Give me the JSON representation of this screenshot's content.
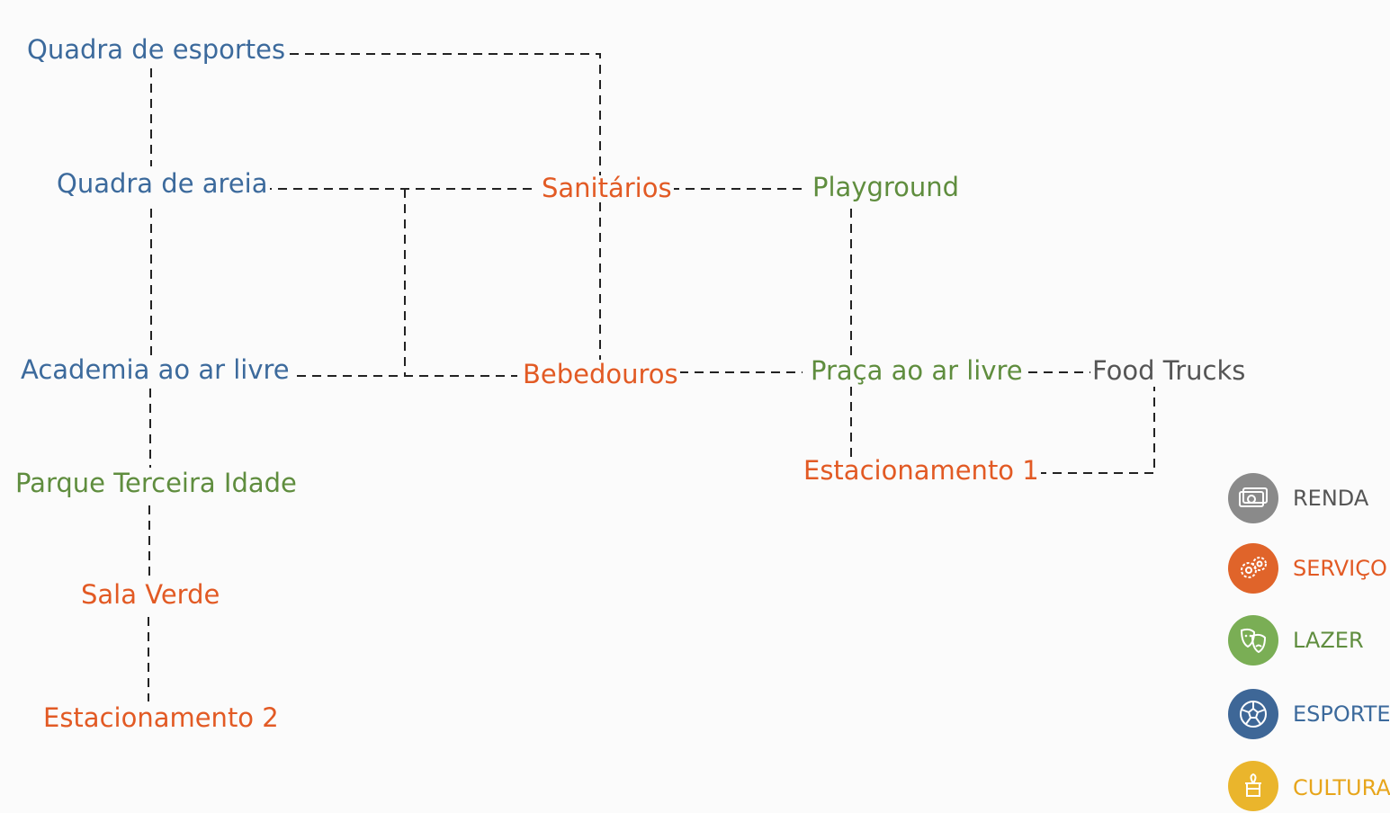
{
  "colors": {
    "esportes": "#3c6a9c",
    "servico": "#e25a24",
    "lazer": "#5f8d3e",
    "renda": "#555555",
    "cultura": "#e7a51b",
    "renda_circle": "#8a8a8a",
    "servico_circle": "#e0642a",
    "lazer_circle": "#7aae55",
    "esportes_circle": "#3e6797",
    "cultura_circle": "#eab52c",
    "line": "#222222"
  },
  "diagram": {
    "nodes": {
      "quadra_esportes": "Quadra de esportes",
      "quadra_areia": "Quadra de areia",
      "sanitarios": "Sanitários",
      "playground": "Playground",
      "academia": "Academia ao ar livre",
      "bebedouros": "Bebedouros",
      "praca": "Praça ao ar livre",
      "food_trucks": "Food Trucks",
      "estacionamento_1": "Estacionamento 1",
      "parque_terceira_idade": "Parque Terceira Idade",
      "sala_verde": "Sala Verde",
      "estacionamento_2": "Estacionamento 2"
    }
  },
  "legend": [
    {
      "label": "RENDA",
      "icon": "money-icon"
    },
    {
      "label": "SERVIÇO",
      "icon": "gears-icon"
    },
    {
      "label": "LAZER",
      "icon": "theater-masks-icon"
    },
    {
      "label": "ESPORTES",
      "icon": "soccer-ball-icon"
    },
    {
      "label": "CULTURA",
      "icon": "culture-icon"
    }
  ]
}
